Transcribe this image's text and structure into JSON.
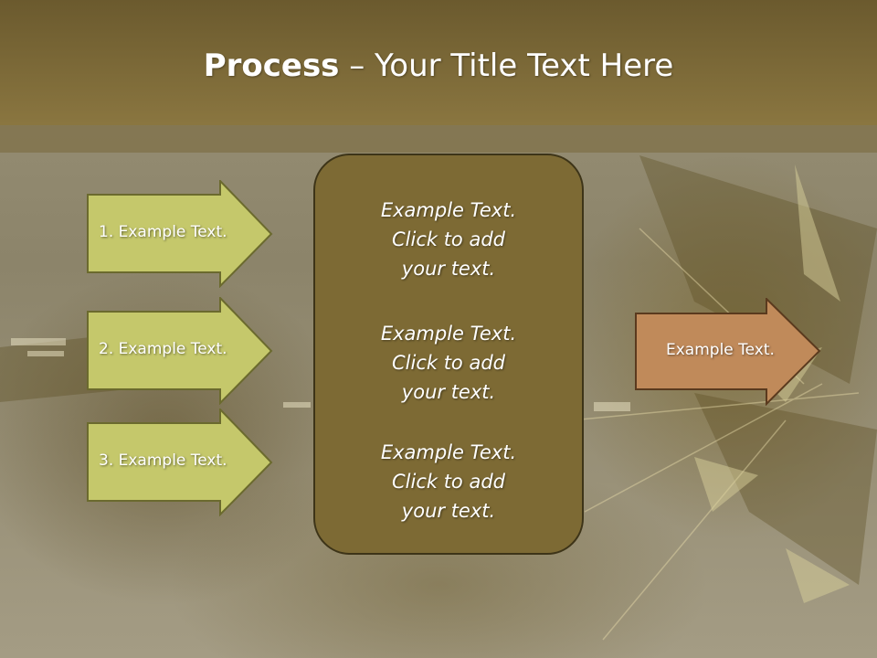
{
  "header": {
    "title_bold": "Process",
    "title_rest": " – Your Title Text Here"
  },
  "left_arrows": [
    {
      "label": "1. Example Text."
    },
    {
      "label": "2. Example Text."
    },
    {
      "label": "3. Example Text."
    }
  ],
  "center_panel": {
    "blocks": [
      {
        "line1": "Example Text.",
        "line2": "Click  to add",
        "line3": "your text."
      },
      {
        "line1": "Example Text.",
        "line2": "Click  to add",
        "line3": "your text."
      },
      {
        "line1": "Example Text.",
        "line2": "Click  to add",
        "line3": "your text."
      }
    ]
  },
  "right_arrow": {
    "label": "Example Text."
  },
  "colors": {
    "header": "#7a6836",
    "left_arrow_fill": "#c5c86b",
    "panel_fill": "#7d6a34",
    "right_arrow_fill": "#c08a5a"
  }
}
